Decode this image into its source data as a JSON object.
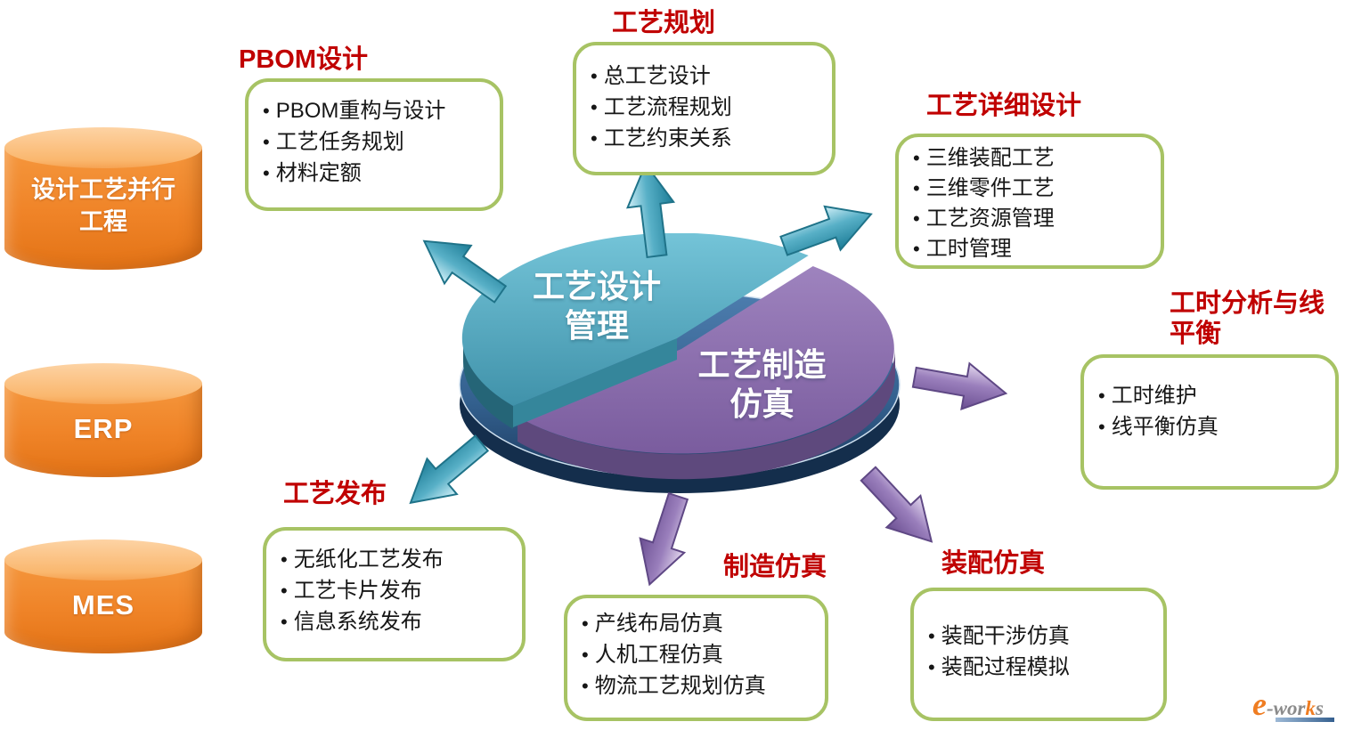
{
  "colors": {
    "title_red": "#c00000",
    "box_border_green": "#a7c364",
    "cylinder_orange": "#ef8327",
    "pie_teal": "#53a5bb",
    "pie_purple": "#8a6caa",
    "base_navy": "#1c3a5e",
    "arrow_teal": "#49a9c2",
    "arrow_purple": "#8d71ad"
  },
  "cylinders": {
    "concurrent": {
      "label": "设计工艺并行\n工程"
    },
    "erp": {
      "label": "ERP"
    },
    "mes": {
      "label": "MES"
    }
  },
  "pie": {
    "design_label": "工艺设计\n管理",
    "simulation_label": "工艺制造\n仿真"
  },
  "callouts": {
    "pbom": {
      "title": "PBOM设计",
      "items": [
        "PBOM重构与设计",
        "工艺任务规划",
        "材料定额"
      ]
    },
    "planning": {
      "title": "工艺规划",
      "items": [
        "总工艺设计",
        "工艺流程规划",
        "工艺约束关系"
      ]
    },
    "detail": {
      "title": "工艺详细设计",
      "items": [
        "三维装配工艺",
        "三维零件工艺",
        "工艺资源管理",
        "工时管理"
      ]
    },
    "time": {
      "title": "工时分析与线平衡",
      "items": [
        "工时维护",
        "线平衡仿真"
      ]
    },
    "assembly": {
      "title": "装配仿真",
      "items": [
        "装配干涉仿真",
        "装配过程模拟"
      ]
    },
    "mfg": {
      "title": "制造仿真",
      "items": [
        "产线布局仿真",
        "人机工程仿真",
        "物流工艺规划仿真"
      ]
    },
    "publish": {
      "title": "工艺发布",
      "items": [
        "无纸化工艺发布",
        "工艺卡片发布",
        "信息系统发布"
      ]
    }
  },
  "logo": {
    "e": "e",
    "wor": "-wor",
    "k": "k",
    "s": "s"
  }
}
